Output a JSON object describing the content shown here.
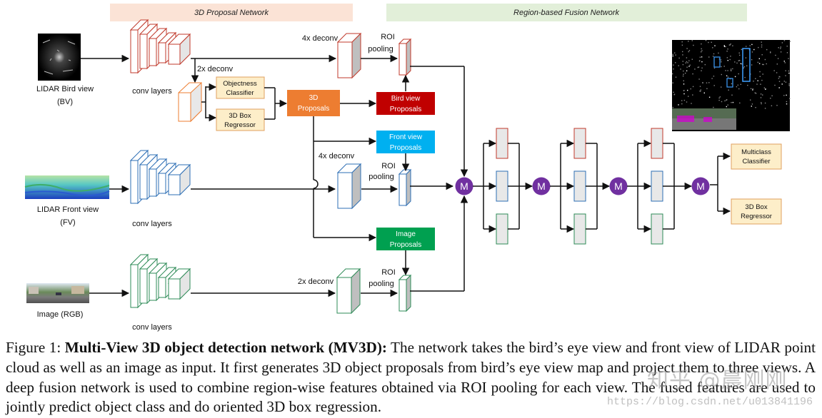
{
  "headers": {
    "proposal_network": "3D Proposal Network",
    "fusion_network": "Region-based Fusion Network"
  },
  "inputs": {
    "bird_view": {
      "line1": "LIDAR Bird view",
      "line2": "(BV)"
    },
    "front_view": {
      "line1": "LIDAR Front view",
      "line2": "(FV)"
    },
    "image": {
      "line1": "Image (RGB)"
    }
  },
  "labels": {
    "conv_layers": "conv layers",
    "deconv_4x": "4x deconv",
    "deconv_2x": "2x deconv",
    "roi_pooling_line1": "ROI",
    "roi_pooling_line2": "pooling"
  },
  "boxes": {
    "objectness_line1": "Objectness",
    "objectness_line2": "Classifier",
    "box_regressor_line1": "3D Box",
    "box_regressor_line2": "Regressor",
    "proposals_3d_line1": "3D",
    "proposals_3d_line2": "Proposals",
    "bird_proposals_line1": "Bird view",
    "bird_proposals_line2": "Proposals",
    "front_proposals_line1": "Front view",
    "front_proposals_line2": "Proposals",
    "image_proposals_line1": "Image",
    "image_proposals_line2": "Proposals",
    "multiclass_line1": "Multiclass",
    "multiclass_line2": "Classifier",
    "final_box_line1": "3D Box",
    "final_box_line2": "Regressor",
    "merge": "M"
  },
  "colors": {
    "bird_view": "#c0392b",
    "front_view": "#2e6fb5",
    "image": "#2e8b57",
    "proposal_orange": "#ed7d31",
    "bird_red": "#c00000",
    "front_cyan": "#00b0f0",
    "image_green": "#00a050",
    "merge_purple": "#7030a0",
    "box_fill": "#fdeec9",
    "box_border": "#e0a060"
  },
  "caption": {
    "prefix": "Figure 1: ",
    "bold": "Multi-View 3D object detection network (MV3D):",
    "body": " The network takes the bird’s eye view and front view of LIDAR point cloud as well as an image as input. It first generates 3D object proposals from bird’s eye view map and project them to three views. A deep fusion network is used to combine region-wise features obtained via ROI pooling for each view. The fused features are used to jointly predict object class and do oriented 3D box regression."
  },
  "watermark": {
    "text": "知乎 @晨刚刚",
    "url": "https://blog.csdn.net/u013841196"
  }
}
